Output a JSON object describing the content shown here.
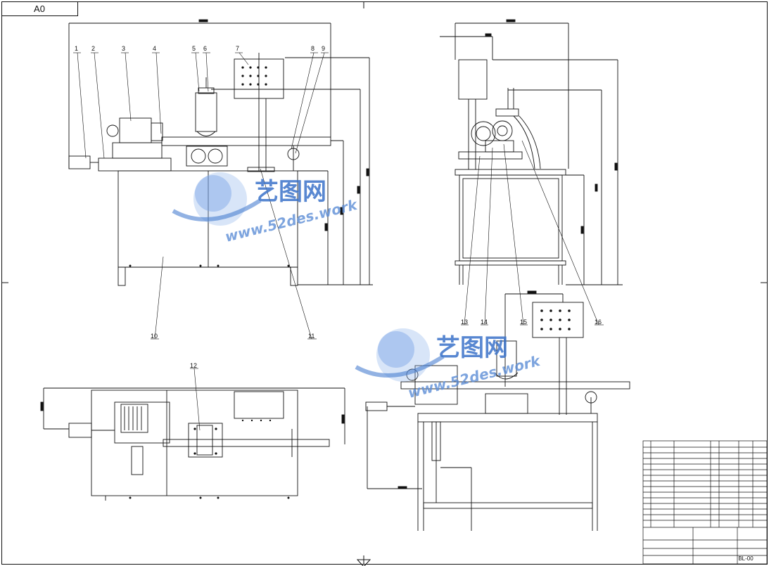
{
  "sheet": {
    "corner_text": "A0",
    "drawing_number": "BL-00"
  },
  "balloons": [
    "1",
    "2",
    "3",
    "4",
    "5",
    "6",
    "7",
    "8",
    "9",
    "10",
    "11",
    "12",
    "13",
    "14",
    "15",
    "16"
  ],
  "watermarks": [
    {
      "cn": "艺图网",
      "url": "www.52des.work"
    },
    {
      "cn": "艺图网",
      "url": "www.52des.work"
    }
  ],
  "colors": {
    "line": "#111111",
    "watermark": "#3b73c9"
  }
}
